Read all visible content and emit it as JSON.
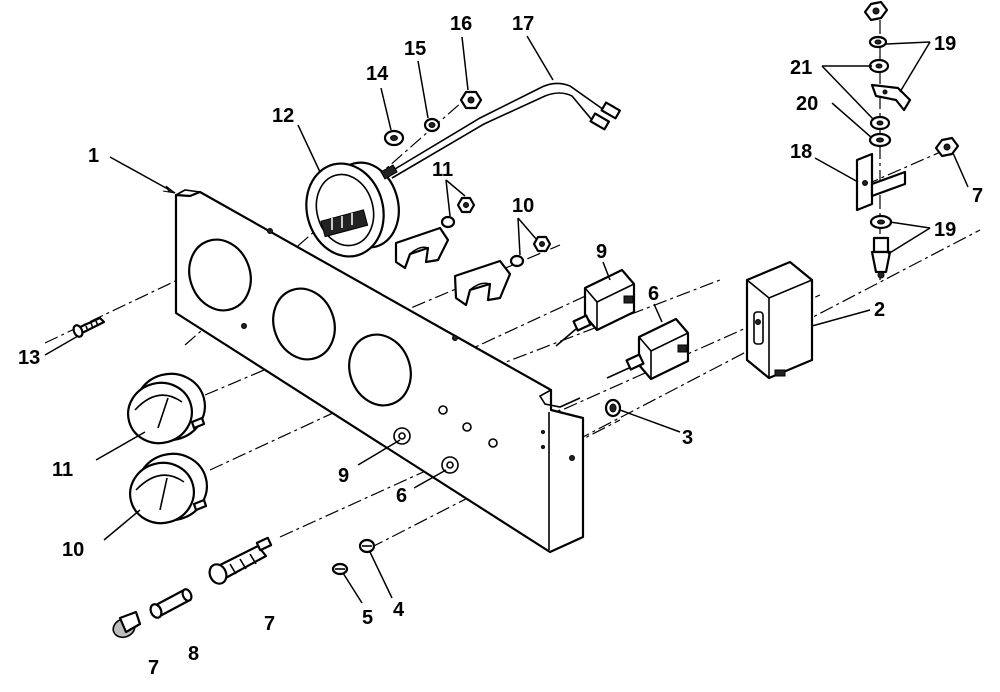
{
  "callouts": {
    "c1": "1",
    "c2": "2",
    "c3": "3",
    "c4": "4",
    "c5": "5",
    "c6a": "6",
    "c6b": "6",
    "c7a": "7",
    "c7b": "7",
    "c7c": "7",
    "c8": "8",
    "c9a": "9",
    "c9b": "9",
    "c10a": "10",
    "c10b": "10",
    "c11a": "11",
    "c11b": "11",
    "c12": "12",
    "c13": "13",
    "c14": "14",
    "c15": "15",
    "c16": "16",
    "c17": "17",
    "c18": "18",
    "c19a": "19",
    "c19b": "19",
    "c20": "20",
    "c21": "21"
  },
  "colors": {
    "line": "#000000",
    "background": "#ffffff"
  }
}
